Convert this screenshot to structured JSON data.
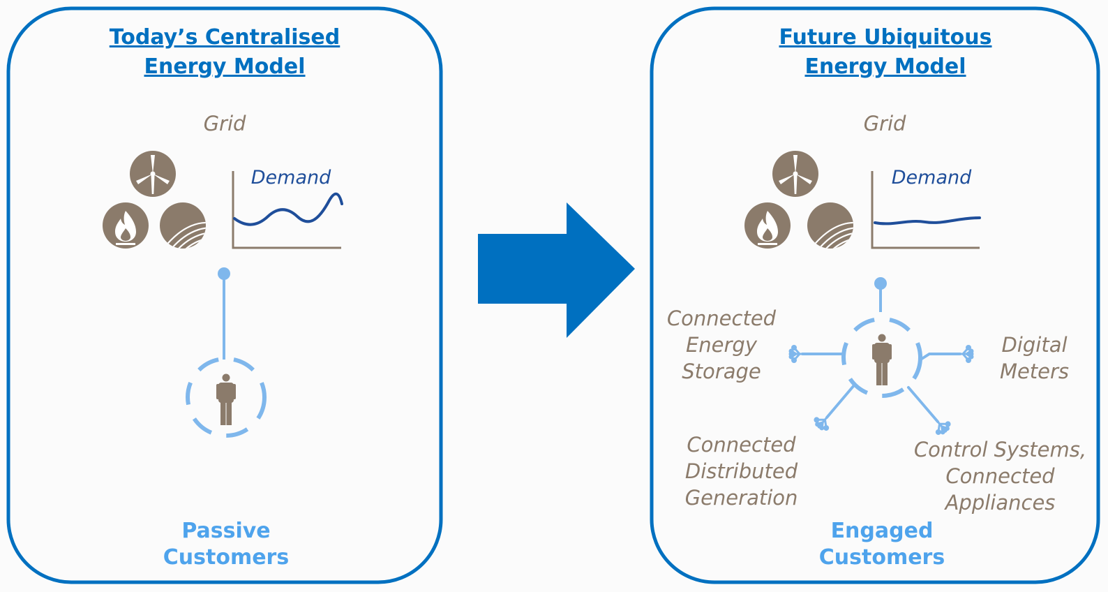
{
  "left_panel": {
    "title_line1": "Today’s Centralised",
    "title_line2": "Energy Model",
    "grid_label": "Grid",
    "demand_label": "Demand",
    "customers_line1": "Passive",
    "customers_line2": "Customers"
  },
  "right_panel": {
    "title_line1": "Future Ubiquitous",
    "title_line2": "Energy Model",
    "grid_label": "Grid",
    "demand_label": "Demand",
    "customers_line1": "Engaged",
    "customers_line2": "Customers",
    "storage": [
      "Connected",
      "Energy",
      "Storage"
    ],
    "meters": [
      "Digital",
      "Meters"
    ],
    "generation": [
      "Connected",
      "Distributed",
      "Generation"
    ],
    "appliances": [
      "Control Systems,",
      "Connected",
      "Appliances"
    ]
  },
  "colors": {
    "panel_border": "#0070c0",
    "arrow": "#0070c0",
    "icon_brown": "#8b7b6b",
    "line_light_blue": "#7fb7ec",
    "demand_curve": "#1f4e9a"
  },
  "icons": [
    "wind-turbine-icon",
    "flame-icon",
    "hydro-wave-icon",
    "person-icon",
    "connector-node-icon"
  ]
}
